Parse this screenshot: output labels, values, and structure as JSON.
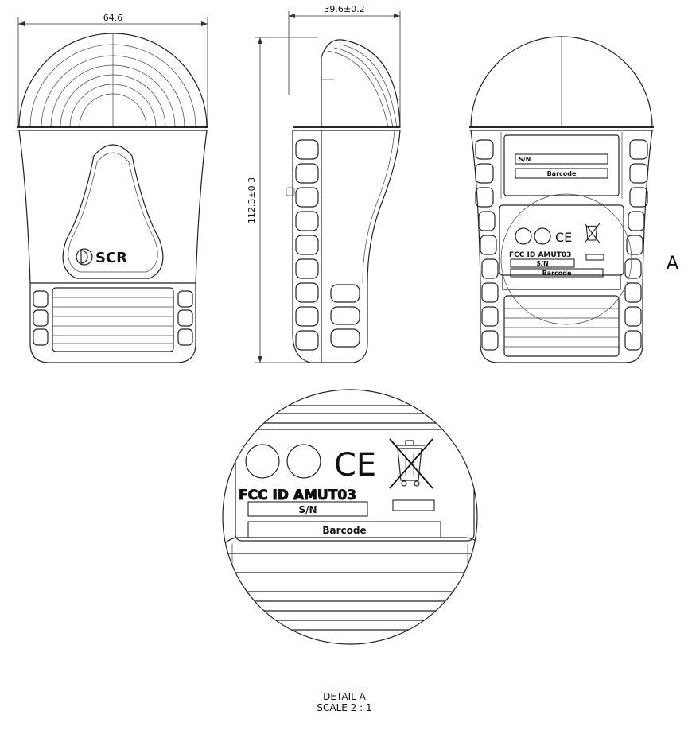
{
  "dimensions": {
    "width": "64.6",
    "depth": "39.6±0.2",
    "height": "112.3±0.3"
  },
  "brand": {
    "logo_text": "SCR"
  },
  "rear_labels": {
    "serial": "S/N",
    "barcode": "Barcode",
    "fcc_id": "FCC ID AMUT03",
    "ce_mark": "CE"
  },
  "detail": {
    "view_letter": "A",
    "title": "DETAIL A",
    "scale": "SCALE 2 : 1"
  }
}
